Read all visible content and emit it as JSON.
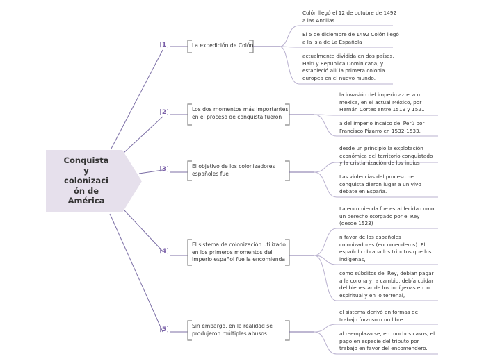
{
  "central": {
    "title": "Conquista\ny\ncolonizaci\nón de\nAmérica",
    "fill": "#e6e0ec"
  },
  "colors": {
    "line": "#7c6fa6",
    "bracket": "#888888",
    "underline": "#b9b1cf"
  },
  "branches": [
    {
      "number": "1",
      "topic": "La expedición de Colón",
      "leaves": [
        "Colón llegó el 12 de octubre de 1492\na las Antillas",
        "El 5 de diciembre de 1492 Colón llegó\na la isla de La Española",
        "actualmente dividida en dos países,\nHaití y República Dominicana, y\nestableció allí la primera colonia\neuropea en el nuevo mundo."
      ]
    },
    {
      "number": "2",
      "topic": "Los dos momentos más importantes\nen el proceso de conquista fueron",
      "leaves": [
        "la invasión del imperio azteca o\nmexica, en el actual México, por\nHernán Cortes entre 1519 y 1521",
        "a del imperio incaico del Perú por\nFrancisco Pizarro en 1532-1533."
      ]
    },
    {
      "number": "3",
      "topic": "El objetivo de los colonizadores\nespañoles fue",
      "leaves": [
        "desde un principio la explotación\neconómica del territorio conquistado\ny la cristianización de los indios",
        "Las violencias del proceso de\nconquista dieron lugar a un vivo\ndebate en España."
      ]
    },
    {
      "number": "4",
      "topic": "El sistema de colonización utilizado\nen los primeros momentos del\nImperio español fue la encomienda",
      "leaves": [
        "La encomienda fue establecida como\nun derecho otorgado por el Rey\n(desde 1523)",
        "n favor de los españoles\ncolonizadores (encomenderos). El\nespañol cobraba los tributos que los\nindígenas,",
        "como súbditos del Rey, debían pagar\na la corona y, a cambio, debía cuidar\ndel bienestar de los indígenas en lo\nespiritual y en lo terrenal,"
      ]
    },
    {
      "number": "5",
      "topic": "Sin embargo, en la realidad se\nprodujeron múltiples abusos",
      "leaves": [
        "el sistema derivó en formas de\ntrabajo forzoso o no libre",
        "al reemplazarse, en muchos casos, el\npago en especie del tributo por\ntrabajo en favor del encomendero."
      ]
    }
  ]
}
